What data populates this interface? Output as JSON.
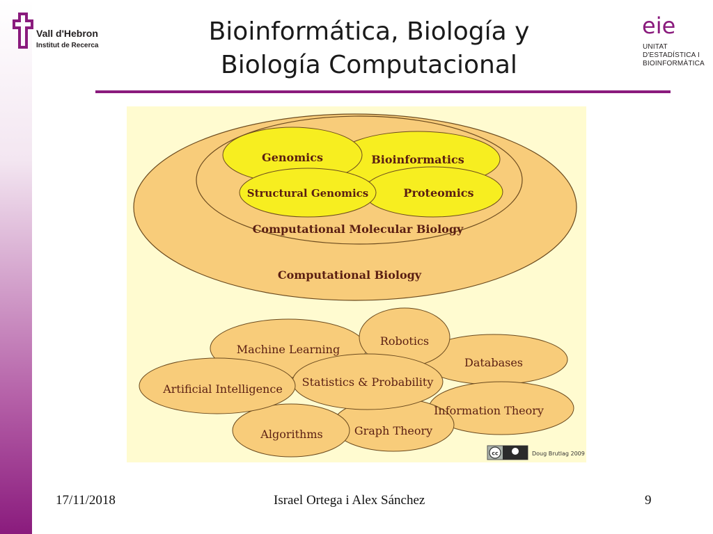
{
  "header": {
    "title_line1": "Bioinformática, Biología y",
    "title_line2": "Biología Computacional",
    "logo_left_name": "Vall d'Hebron",
    "logo_left_sub": "Institut de Recerca",
    "logo_right_mark": "eie",
    "logo_right_line1": "UNITAT",
    "logo_right_line2": "D'ESTADÍSTICA I",
    "logo_right_line3": "BIOINFORMÀTICA"
  },
  "diagram": {
    "core_fields": [
      "Genomics",
      "Bioinformatics",
      "Structural Genomics",
      "Proteomics"
    ],
    "middle_field": "Computational Molecular Biology",
    "outer_field": "Computational Biology",
    "related_fields": [
      "Machine Learning",
      "Robotics",
      "Databases",
      "Artificial Intelligence",
      "Statistics & Probability",
      "Information Theory",
      "Algorithms",
      "Graph Theory"
    ],
    "credit": "Doug Brutlag 2009",
    "license_badge": "cc",
    "colors": {
      "outer_fill": "#f8cc7a",
      "inner_fill": "#f7ee20",
      "background": "#fffbd0",
      "field_text": "#5a1e12",
      "accent": "#8a1b7d"
    }
  },
  "footer": {
    "date": "17/11/2018",
    "authors": "Israel Ortega i Alex Sánchez",
    "page": "9"
  }
}
